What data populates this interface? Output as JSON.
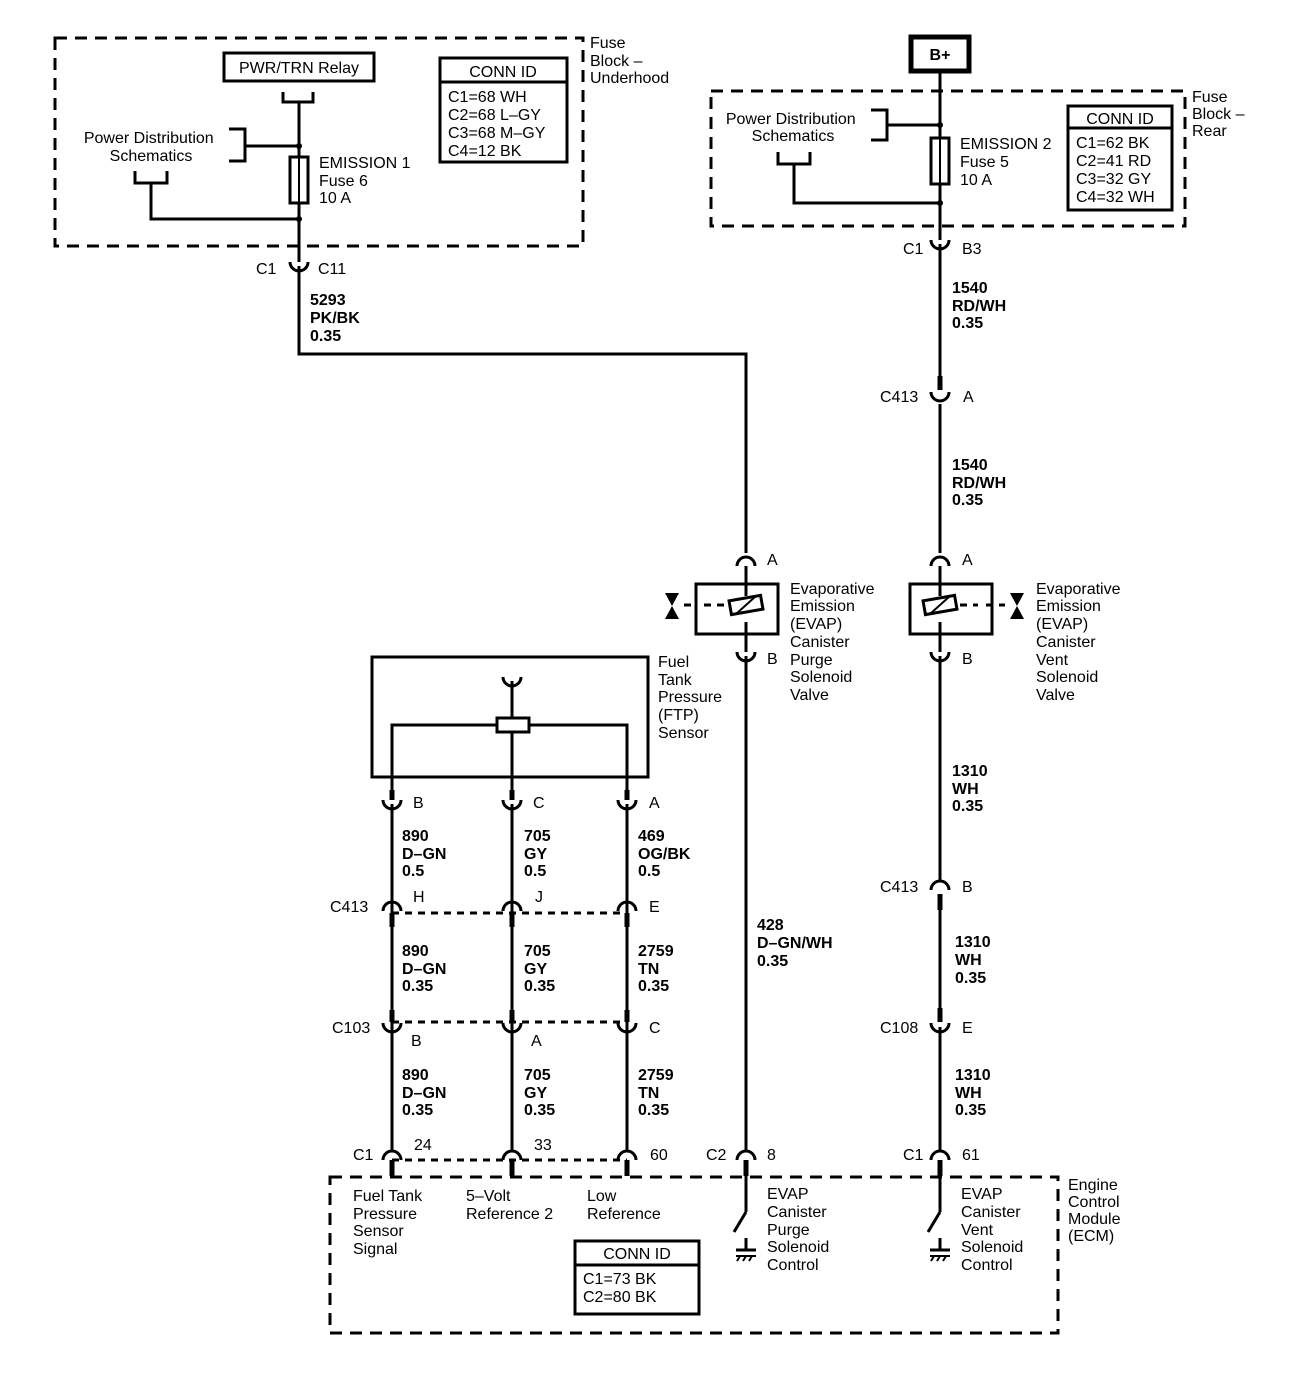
{
  "fuse_block_underhood": {
    "label": [
      "Fuse",
      "Block –",
      "Underhood"
    ],
    "relay": "PWR/TRN Relay",
    "power_dist": [
      "Power Distribution",
      "Schematics"
    ],
    "fuse": [
      "EMISSION 1",
      "Fuse 6",
      "10 A"
    ],
    "conn_title": "CONN ID",
    "conn": [
      "C1=68 WH",
      "C2=68 L–GY",
      "C3=68 M–GY",
      "C4=12 BK"
    ],
    "connector": {
      "left": "C1",
      "right": "C11"
    }
  },
  "fuse_block_rear": {
    "bplus": "B+",
    "label": [
      "Fuse",
      "Block –",
      "Rear"
    ],
    "power_dist": [
      "Power Distribution",
      "Schematics"
    ],
    "fuse": [
      "EMISSION 2",
      "Fuse 5",
      "10 A"
    ],
    "conn_title": "CONN ID",
    "conn": [
      "C1=62 BK",
      "C2=41 RD",
      "C3=32 GY",
      "C4=32 WH"
    ],
    "connector": {
      "left": "C1",
      "right": "B3"
    }
  },
  "wires": {
    "w5293": [
      "5293",
      "PK/BK",
      "0.35"
    ],
    "w1540a": [
      "1540",
      "RD/WH",
      "0.35"
    ],
    "w1540b": [
      "1540",
      "RD/WH",
      "0.35"
    ],
    "w1310a": [
      "1310",
      "WH",
      "0.35"
    ],
    "w1310b": [
      "1310",
      "WH",
      "0.35"
    ],
    "w1310c": [
      "1310",
      "WH",
      "0.35"
    ],
    "w428": [
      "428",
      "D–GN/WH",
      "0.35"
    ],
    "w890a": [
      "890",
      "D–GN",
      "0.5"
    ],
    "w705a": [
      "705",
      "GY",
      "0.5"
    ],
    "w469": [
      "469",
      "OG/BK",
      "0.5"
    ],
    "w890b": [
      "890",
      "D–GN",
      "0.35"
    ],
    "w705b": [
      "705",
      "GY",
      "0.35"
    ],
    "w2759a": [
      "2759",
      "TN",
      "0.35"
    ],
    "w890c": [
      "890",
      "D–GN",
      "0.35"
    ],
    "w705c": [
      "705",
      "GY",
      "0.35"
    ],
    "w2759b": [
      "2759",
      "TN",
      "0.35"
    ]
  },
  "connectors": {
    "c413_right_a": {
      "name": "C413",
      "pin": "A"
    },
    "c413_right_b": {
      "name": "C413",
      "pin": "B"
    },
    "c108": {
      "name": "C108",
      "pin": "E"
    },
    "c413_left": {
      "name": "C413",
      "pins": [
        "H",
        "J",
        "E"
      ]
    },
    "c103": {
      "name": "C103",
      "pins": [
        "B",
        "A",
        "C"
      ]
    },
    "ecm_c1": {
      "name": "C1",
      "pins": [
        "24",
        "33",
        "60"
      ]
    },
    "ecm_c2": {
      "name": "C2",
      "pin": "8"
    },
    "ecm_c1b": {
      "name": "C1",
      "pin": "61"
    }
  },
  "purge_valve": {
    "pin_top": "A",
    "pin_bottom": "B",
    "label": [
      "Evaporative",
      "Emission",
      "(EVAP)",
      "Canister",
      "Purge",
      "Solenoid",
      "Valve"
    ]
  },
  "vent_valve": {
    "pin_top": "A",
    "pin_bottom": "B",
    "label": [
      "Evaporative",
      "Emission",
      "(EVAP)",
      "Canister",
      "Vent",
      "Solenoid",
      "Valve"
    ]
  },
  "ftp_sensor": {
    "label": [
      "Fuel",
      "Tank",
      "Pressure",
      "(FTP)",
      "Sensor"
    ],
    "pins": [
      "B",
      "C",
      "A"
    ]
  },
  "ecm": {
    "label": [
      "Engine",
      "Control",
      "Module",
      "(ECM)"
    ],
    "sig1": [
      "Fuel Tank",
      "Pressure",
      "Sensor",
      "Signal"
    ],
    "sig2": [
      "5–Volt",
      "Reference 2"
    ],
    "sig3": [
      "Low",
      "Reference"
    ],
    "sig4": [
      "EVAP",
      "Canister",
      "Purge",
      "Solenoid",
      "Control"
    ],
    "sig5": [
      "EVAP",
      "Canister",
      "Vent",
      "Solenoid",
      "Control"
    ],
    "conn_title": "CONN ID",
    "conn": [
      "C1=73 BK",
      "C2=80 BK"
    ]
  }
}
